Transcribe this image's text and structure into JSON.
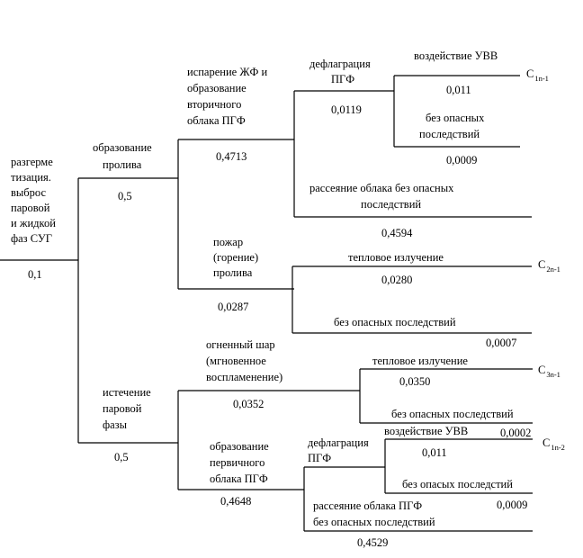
{
  "root": {
    "lines": [
      "разгерме",
      "тизация.",
      "выброс",
      "паровой",
      "и жидкой",
      "фаз СУГ"
    ],
    "prob": "0,1"
  },
  "spill": {
    "lines": [
      "образование",
      "пролива"
    ],
    "prob": "0,5"
  },
  "vapor": {
    "lines": [
      "истечение",
      "паровой",
      "фазы"
    ],
    "prob": "0,5"
  },
  "evap": {
    "lines": [
      "испарение ЖФ и",
      "образование",
      "вторичного",
      "облака ПГФ"
    ],
    "prob": "0,4713"
  },
  "deflag1": {
    "lines": [
      "дефлаграция",
      "ПГФ"
    ],
    "prob": "0,0119"
  },
  "uvv1": {
    "label": "воздействие УВВ",
    "prob": "0,011",
    "outcome_main": "C",
    "outcome_sub": "1n-1"
  },
  "noharm1": {
    "lines": [
      "без опасных",
      "последствий"
    ],
    "prob": "0,0009"
  },
  "disperse1": {
    "lines": [
      "рассеяние облака без опасных",
      "последствий"
    ],
    "prob": "0,4594"
  },
  "fire": {
    "lines": [
      "пожар",
      "(горение)",
      "пролива"
    ],
    "prob": "0,0287"
  },
  "thermal1": {
    "label": "тепловое излучение",
    "prob": "0,0280",
    "outcome_main": "C",
    "outcome_sub": "2n-1"
  },
  "noharm2": {
    "label": "без опасных последствий",
    "prob": "0,0007"
  },
  "fireball": {
    "lines": [
      "огненный шар",
      "(мгновенное",
      "воспламенение)"
    ],
    "prob": "0,0352"
  },
  "thermal2": {
    "label": "тепловое излучение",
    "prob": "0,0350",
    "outcome_main": "C",
    "outcome_sub": "3n-1"
  },
  "noharm3": {
    "label": "без опасных последствий",
    "prob": "0,0002"
  },
  "primary": {
    "lines": [
      "образование",
      "первичного",
      "облака ПГФ"
    ],
    "prob": "0,4648"
  },
  "deflag2": {
    "lines": [
      "дефлаграция",
      "ПГФ"
    ]
  },
  "uvv2": {
    "label": "воздействие УВВ",
    "prob": "0,011",
    "outcome_main": "C",
    "outcome_sub": "1n-2"
  },
  "noharm4": {
    "label": "без опасых последстий",
    "prob": "0,0009"
  },
  "disperse2": {
    "lines": [
      "рассеяние облака ПГФ",
      "без опасных последствий"
    ],
    "prob": "0,4529"
  }
}
